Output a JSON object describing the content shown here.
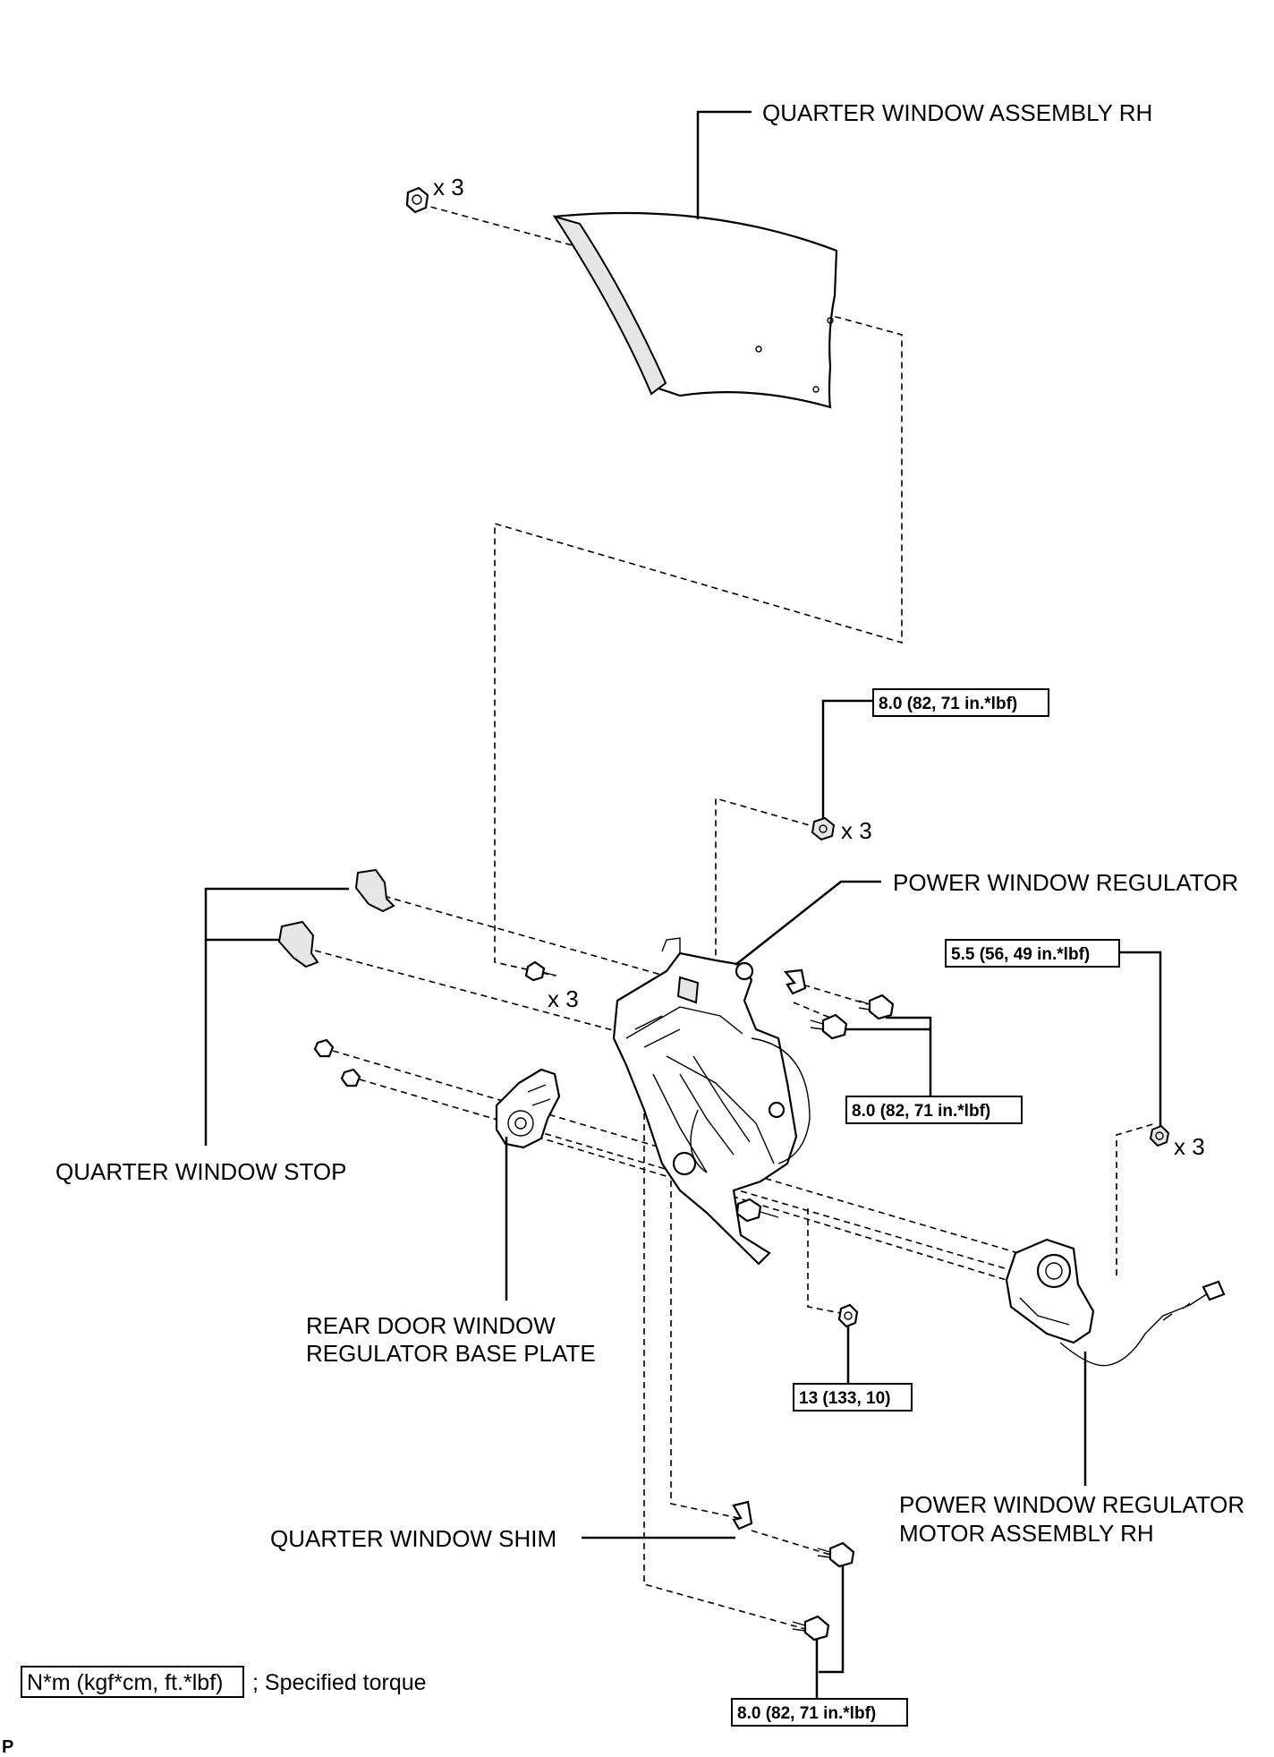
{
  "labels": {
    "quarter_window_assembly": "QUARTER WINDOW ASSEMBLY RH",
    "power_window_regulator": "POWER WINDOW REGULATOR",
    "quarter_window_stop": "QUARTER WINDOW STOP",
    "base_plate_line1": "REAR DOOR WINDOW",
    "base_plate_line2": "REGULATOR BASE PLATE",
    "motor_line1": "POWER WINDOW REGULATOR",
    "motor_line2": "MOTOR ASSEMBLY RH",
    "quarter_window_shim": "QUARTER WINDOW SHIM",
    "page_letter": "P"
  },
  "quantities": {
    "glass_nut": "x 3",
    "regulator_nut": "x 3",
    "regulator_bolt": "x 3",
    "motor_nut": "x 3"
  },
  "torques": {
    "regulator_top": "8.0 (82, 71 in.*lbf)",
    "motor_nuts": "5.5 (56, 49 in.*lbf)",
    "regulator_side": "8.0 (82, 71 in.*lbf)",
    "lower_nut": "13 (133, 10)",
    "bottom_bolts": "8.0 (82, 71 in.*lbf)"
  },
  "legend": {
    "unit": "N*m (kgf*cm, ft.*lbf)",
    "text": "; Specified torque"
  }
}
